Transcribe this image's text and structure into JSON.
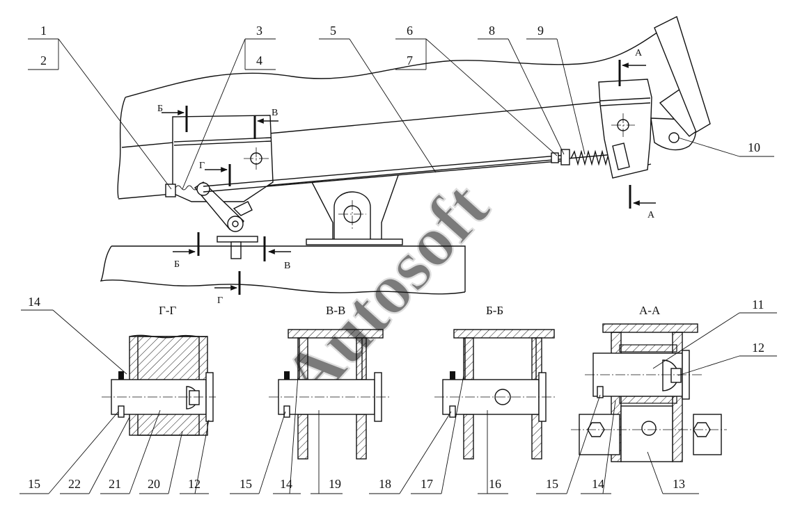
{
  "watermark": "Autosoft",
  "section_titles": [
    "Г-Г",
    "В-В",
    "Б-Б",
    "А-А"
  ],
  "section_marks": {
    "A": "А",
    "B": "Б",
    "V": "В",
    "G": "Г"
  },
  "callouts": {
    "c1": "1",
    "c2": "2",
    "c3": "3",
    "c4": "4",
    "c5": "5",
    "c6": "6",
    "c7": "7",
    "c8": "8",
    "c9": "9",
    "c10": "10",
    "c11": "11",
    "c12": "12",
    "c13": "13",
    "c14": "14",
    "b15a": "15",
    "b22": "22",
    "b21": "21",
    "b20": "20",
    "b12": "12",
    "b15b": "15",
    "b14a": "14",
    "b19": "19",
    "b18": "18",
    "b17": "17",
    "b16": "16",
    "b15c": "15",
    "b14b": "14",
    "b13": "13"
  }
}
